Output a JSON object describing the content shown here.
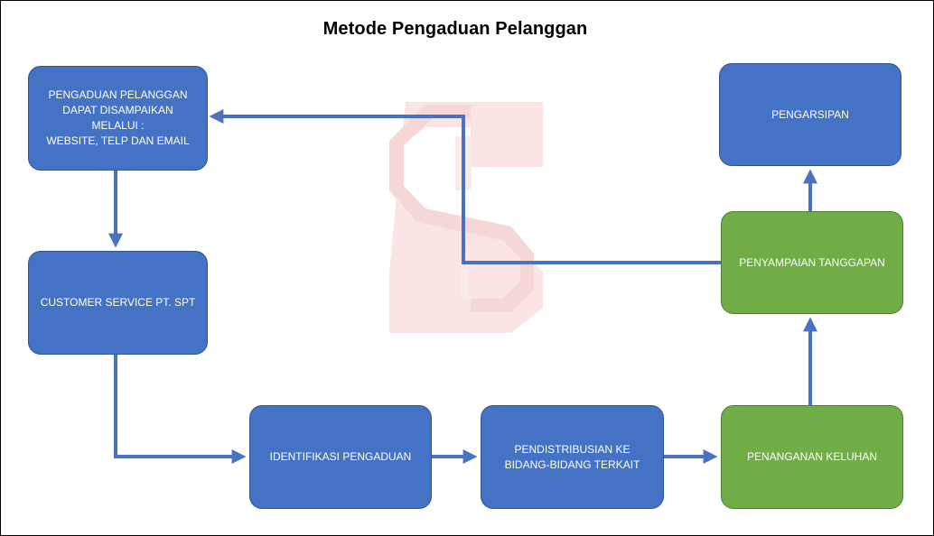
{
  "title": "Metode Pengaduan Pelanggan",
  "colors": {
    "process_fill": "#4472c4",
    "process_border": "#2f528f",
    "response_fill": "#70ad47",
    "response_border": "#507e32",
    "connector": "#4a72c0",
    "watermark": "#e8a0a0"
  },
  "nodes": {
    "pengaduan": "PENGADUAN PELANGGAN\nDAPAT DISAMPAIKAN\nMELALUI :\nWEBSITE, TELP DAN EMAIL",
    "customer_service": "CUSTOMER SERVICE PT. SPT",
    "identifikasi": "IDENTIFIKASI PENGADUAN",
    "pendistribusian": "PENDISTRIBUSIAN KE\nBIDANG-BIDANG TERKAIT",
    "penanganan": "PENANGANAN KELUHAN",
    "penyampaian": "PENYAMPAIAN TANGGAPAN",
    "pengarsipan": "PENGARSIPAN"
  },
  "watermark_icon": "s-logo-icon"
}
